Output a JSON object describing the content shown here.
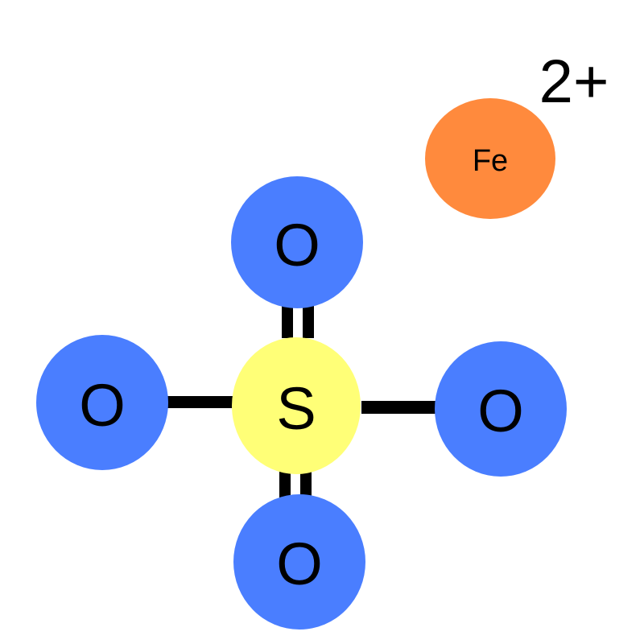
{
  "colors": {
    "oxygen": "#4a7eff",
    "sulfur": "#ffff77",
    "iron": "#ff8a3d",
    "bond": "#000000",
    "text": "#000000",
    "background": "#ffffff"
  },
  "sulfate": {
    "center": {
      "label": "S"
    },
    "oxygen_top": {
      "label": "O",
      "bond": "double"
    },
    "oxygen_left": {
      "label": "O",
      "bond": "single"
    },
    "oxygen_right": {
      "label": "O",
      "bond": "single"
    },
    "oxygen_bottom": {
      "label": "O",
      "bond": "double"
    }
  },
  "cation": {
    "label": "Fe",
    "charge": "2+"
  }
}
